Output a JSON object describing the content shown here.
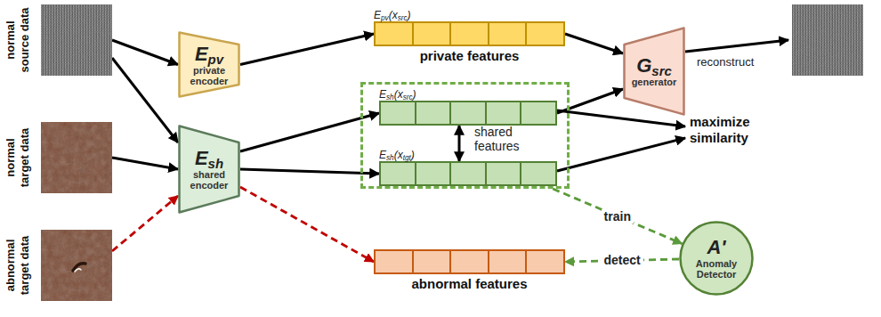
{
  "diagram": {
    "nodes": [
      {
        "text": [
          "normal source data"
        ]
      },
      {
        "text": [
          "normal target data"
        ]
      },
      {
        "text": [
          "abnormal target data"
        ]
      },
      {
        "text": [
          "Epv",
          "private encoder"
        ]
      },
      {
        "text": [
          "Esh",
          "shared encoder"
        ]
      },
      {
        "text": [
          "Epv(xsrc)",
          "private features"
        ]
      },
      {
        "text": [
          "shared features"
        ]
      },
      {
        "text": [
          "Esh(xsrc)"
        ],
        "in": 6
      },
      {
        "text": [
          "Esh(xtgt)"
        ],
        "in": 6
      },
      {
        "text": [
          "abnormal features"
        ]
      },
      {
        "text": [
          "Gsrc",
          "generator"
        ]
      },
      {
        "text": [
          "A'",
          "Anomaly Detector"
        ]
      }
    ],
    "edges": [
      {
        "from": 0,
        "to": 3,
        "arrow": "to"
      },
      {
        "from": 0,
        "to": 4,
        "arrow": "to"
      },
      {
        "from": 1,
        "to": 4,
        "arrow": "to"
      },
      {
        "from": 2,
        "to": 4,
        "arrow": "to"
      },
      {
        "from": 3,
        "to": 5,
        "arrow": "to"
      },
      {
        "from": 4,
        "to": 7,
        "arrow": "to"
      },
      {
        "from": 4,
        "to": 8,
        "arrow": "to"
      },
      {
        "from": 4,
        "to": 9,
        "arrow": "to"
      },
      {
        "from": 5,
        "to": 10,
        "arrow": "to"
      },
      {
        "from": 7,
        "to": 10,
        "arrow": "to"
      },
      {
        "from": 7,
        "to": 8,
        "arrow": "both"
      },
      {
        "from": 6,
        "to": 11,
        "label": "train",
        "arrow": "to"
      },
      {
        "from": 11,
        "to": 9,
        "label": "detect",
        "arrow": "to"
      }
    ],
    "labels": [
      "reconstruct",
      "maximize similarity"
    ]
  }
}
